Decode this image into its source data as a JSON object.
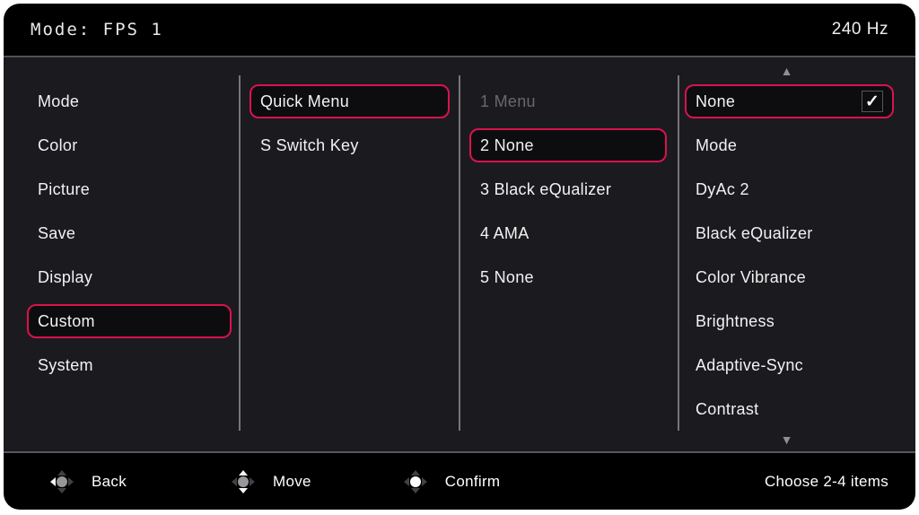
{
  "header": {
    "mode_label": "Mode: FPS 1",
    "refresh_rate": "240 Hz"
  },
  "colors": {
    "accent": "#d8134d",
    "panel_background": "#1b1b1f",
    "bar_background": "#000000",
    "divider": "#76767a",
    "disabled_text": "#68686d",
    "text": "#f2f2f2"
  },
  "icons": {
    "scroll_up": "▲",
    "scroll_down": "▼",
    "check": "✓"
  },
  "main_menu": {
    "items": [
      {
        "label": "Mode",
        "selected": false
      },
      {
        "label": "Color",
        "selected": false
      },
      {
        "label": "Picture",
        "selected": false
      },
      {
        "label": "Save",
        "selected": false
      },
      {
        "label": "Display",
        "selected": false
      },
      {
        "label": "Custom",
        "selected": true
      },
      {
        "label": "System",
        "selected": false
      }
    ]
  },
  "custom_submenu": {
    "items": [
      {
        "label": "Quick Menu",
        "selected": true
      },
      {
        "label": "S Switch Key",
        "selected": false
      }
    ]
  },
  "quick_menu_slots": {
    "items": [
      {
        "label": "1 Menu",
        "disabled": true,
        "selected": false
      },
      {
        "label": "2 None",
        "disabled": false,
        "selected": true
      },
      {
        "label": "3 Black eQualizer",
        "disabled": false,
        "selected": false
      },
      {
        "label": "4 AMA",
        "disabled": false,
        "selected": false
      },
      {
        "label": "5 None",
        "disabled": false,
        "selected": false
      }
    ]
  },
  "slot_options": {
    "items": [
      {
        "label": "None",
        "selected": true,
        "checked": true
      },
      {
        "label": "Mode",
        "selected": false,
        "checked": false
      },
      {
        "label": "DyAc 2",
        "selected": false,
        "checked": false
      },
      {
        "label": "Black eQualizer",
        "selected": false,
        "checked": false
      },
      {
        "label": "Color Vibrance",
        "selected": false,
        "checked": false
      },
      {
        "label": "Brightness",
        "selected": false,
        "checked": false
      },
      {
        "label": "Adaptive-Sync",
        "selected": false,
        "checked": false
      },
      {
        "label": "Contrast",
        "selected": false,
        "checked": false
      }
    ]
  },
  "footer": {
    "actions": [
      {
        "label": "Back"
      },
      {
        "label": "Move"
      },
      {
        "label": "Confirm"
      }
    ],
    "hint": "Choose 2-4 items"
  }
}
